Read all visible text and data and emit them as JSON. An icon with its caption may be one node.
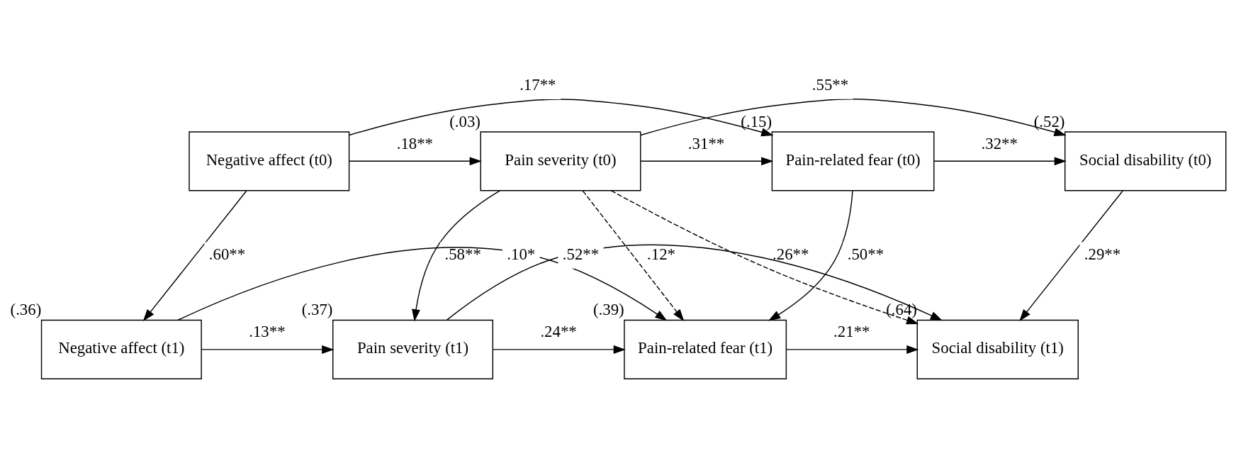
{
  "diagram": {
    "nodes": [
      {
        "text": [
          "Negative affect (t0)"
        ]
      },
      {
        "text": [
          "Pain severity (t0)"
        ],
        "beside": [
          "(.03)"
        ]
      },
      {
        "text": [
          "Pain-related fear (t0)"
        ],
        "beside": [
          "(.15)"
        ]
      },
      {
        "text": [
          "Social disability (t0)"
        ],
        "beside": [
          "(.52)"
        ]
      },
      {
        "text": [
          "Negative affect (t1)"
        ],
        "beside": [
          "(.36)"
        ]
      },
      {
        "text": [
          "Pain severity (t1)"
        ],
        "beside": [
          "(.37)"
        ]
      },
      {
        "text": [
          "Pain-related fear (t1)"
        ],
        "beside": [
          "(.39)"
        ]
      },
      {
        "text": [
          "Social disability (t1)"
        ],
        "beside": [
          "(.64)"
        ]
      }
    ],
    "edges": [
      {
        "from": 0,
        "to": 2,
        "arrow": "to",
        "label": ".17**"
      },
      {
        "from": 1,
        "to": 3,
        "arrow": "to",
        "label": ".55**"
      },
      {
        "from": 0,
        "to": 1,
        "arrow": "to",
        "label": ".18**"
      },
      {
        "from": 1,
        "to": 2,
        "arrow": "to",
        "label": ".31**"
      },
      {
        "from": 2,
        "to": 3,
        "arrow": "to",
        "label": ".32**"
      },
      {
        "from": 0,
        "to": 4,
        "arrow": "to",
        "label": ".60**"
      },
      {
        "from": 1,
        "to": 5,
        "arrow": "to",
        "label": ".58**"
      },
      {
        "from": 1,
        "to": 6,
        "arrow": "to",
        "label": ".12*",
        "style": "dashed"
      },
      {
        "from": 1,
        "to": 7,
        "arrow": "to",
        "label": ".26**",
        "style": "dashed"
      },
      {
        "from": 2,
        "to": 6,
        "arrow": "to",
        "label": ".50**"
      },
      {
        "from": 3,
        "to": 7,
        "arrow": "to",
        "label": ".29**"
      },
      {
        "from": 4,
        "to": 5,
        "arrow": "to",
        "label": ".13**"
      },
      {
        "from": 5,
        "to": 6,
        "arrow": "to",
        "label": ".24**"
      },
      {
        "from": 6,
        "to": 7,
        "arrow": "to",
        "label": ".21**"
      },
      {
        "from": 4,
        "to": 6,
        "arrow": "to",
        "label": ".10*"
      },
      {
        "from": 5,
        "to": 7,
        "arrow": "to",
        "label": ".52**"
      }
    ]
  }
}
